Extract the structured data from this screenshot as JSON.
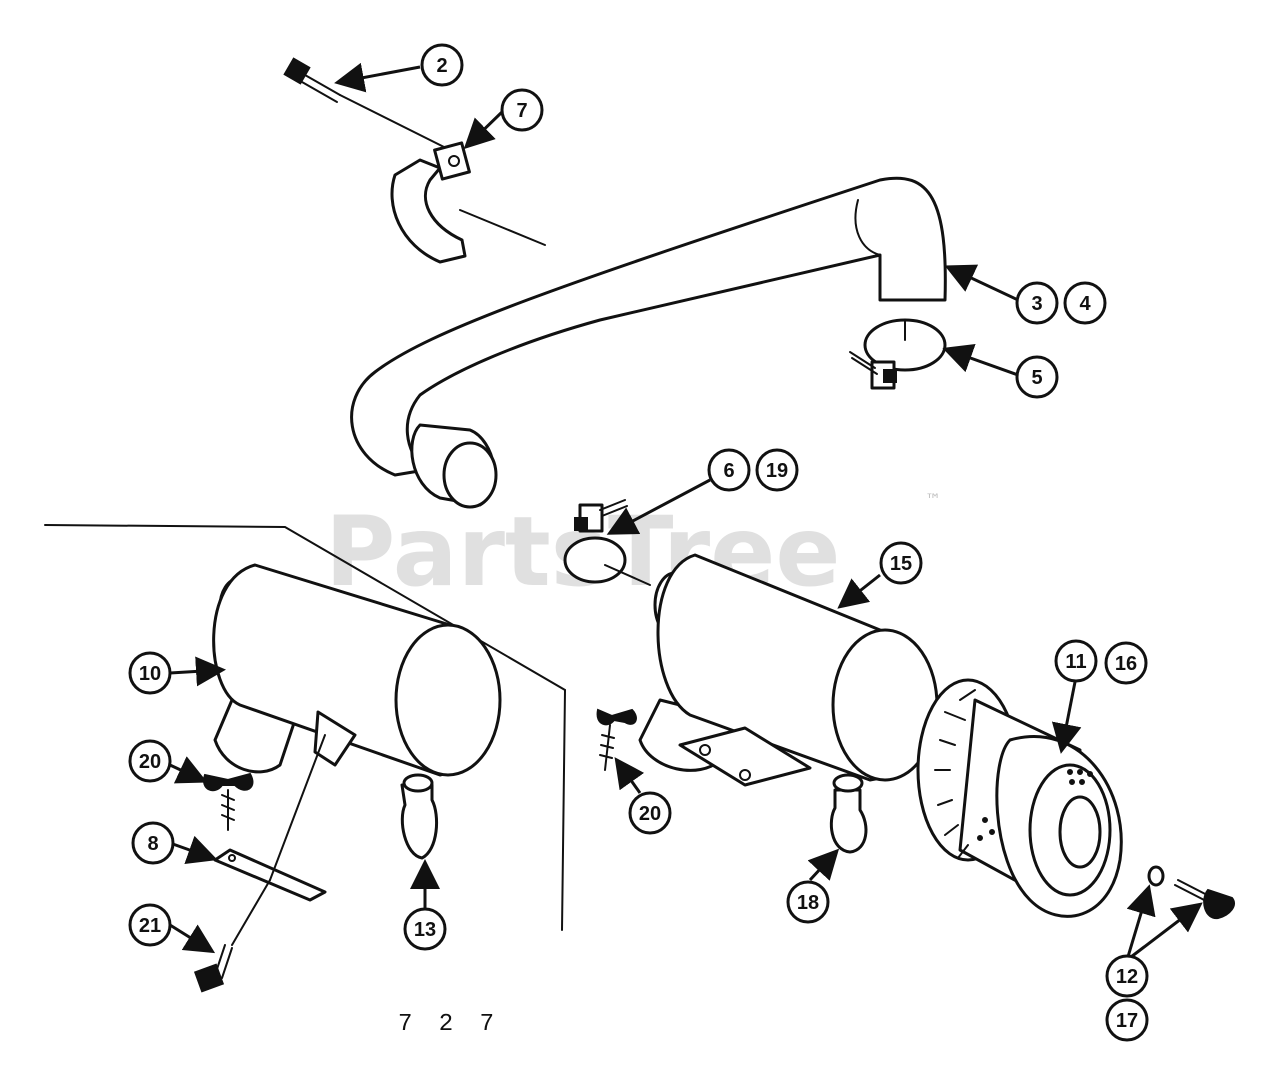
{
  "diagram": {
    "figure_number": "7 2 7",
    "watermark": "PartsTree",
    "trademark": "™",
    "callouts": [
      "2",
      "7",
      "3",
      "4",
      "5",
      "6",
      "19",
      "15",
      "10",
      "20",
      "8",
      "21",
      "13",
      "20",
      "18",
      "11",
      "16",
      "12",
      "17"
    ]
  }
}
